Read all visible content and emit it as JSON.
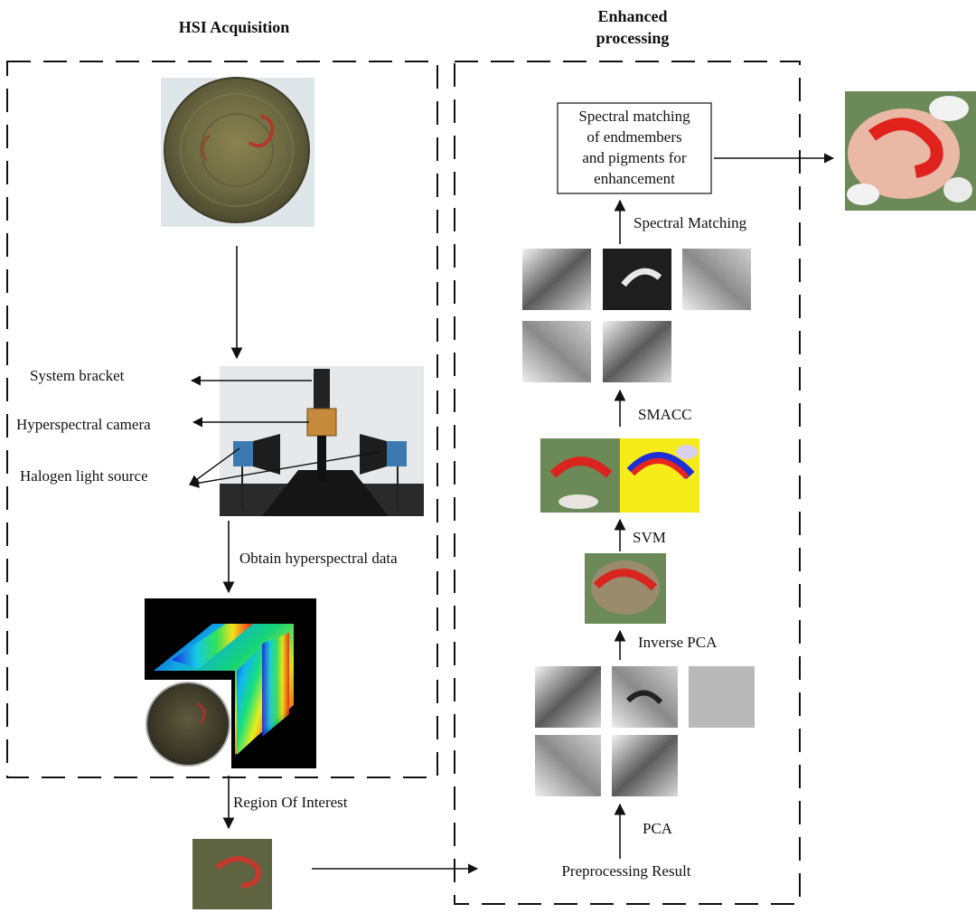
{
  "headers": {
    "left": "HSI Acquisition",
    "right_line1": "Enhanced",
    "right_line2": "processing"
  },
  "acquisition": {
    "callouts": {
      "bracket": "System bracket",
      "camera": "Hyperspectral camera",
      "light": "Halogen light source"
    },
    "obtain_label": "Obtain hyperspectral data",
    "roi_label": "Region Of Interest"
  },
  "processing": {
    "box_lines": [
      "Spectral matching",
      "of endmembers",
      "and pigments for",
      "enhancement"
    ],
    "spectral_matching": "Spectral Matching",
    "smacc": "SMACC",
    "svm": "SVM",
    "inverse_pca": "Inverse PCA",
    "pca": "PCA",
    "preprocessing": "Preprocessing Result"
  },
  "colors": {
    "line": "#111111",
    "pigment_red": "#d8261e",
    "artifact_green": "#6b6a45",
    "endmember_yellow": "#f5ec1a",
    "endmember_blue": "#1f2fd6",
    "background_wall": "#e6e8ea"
  }
}
